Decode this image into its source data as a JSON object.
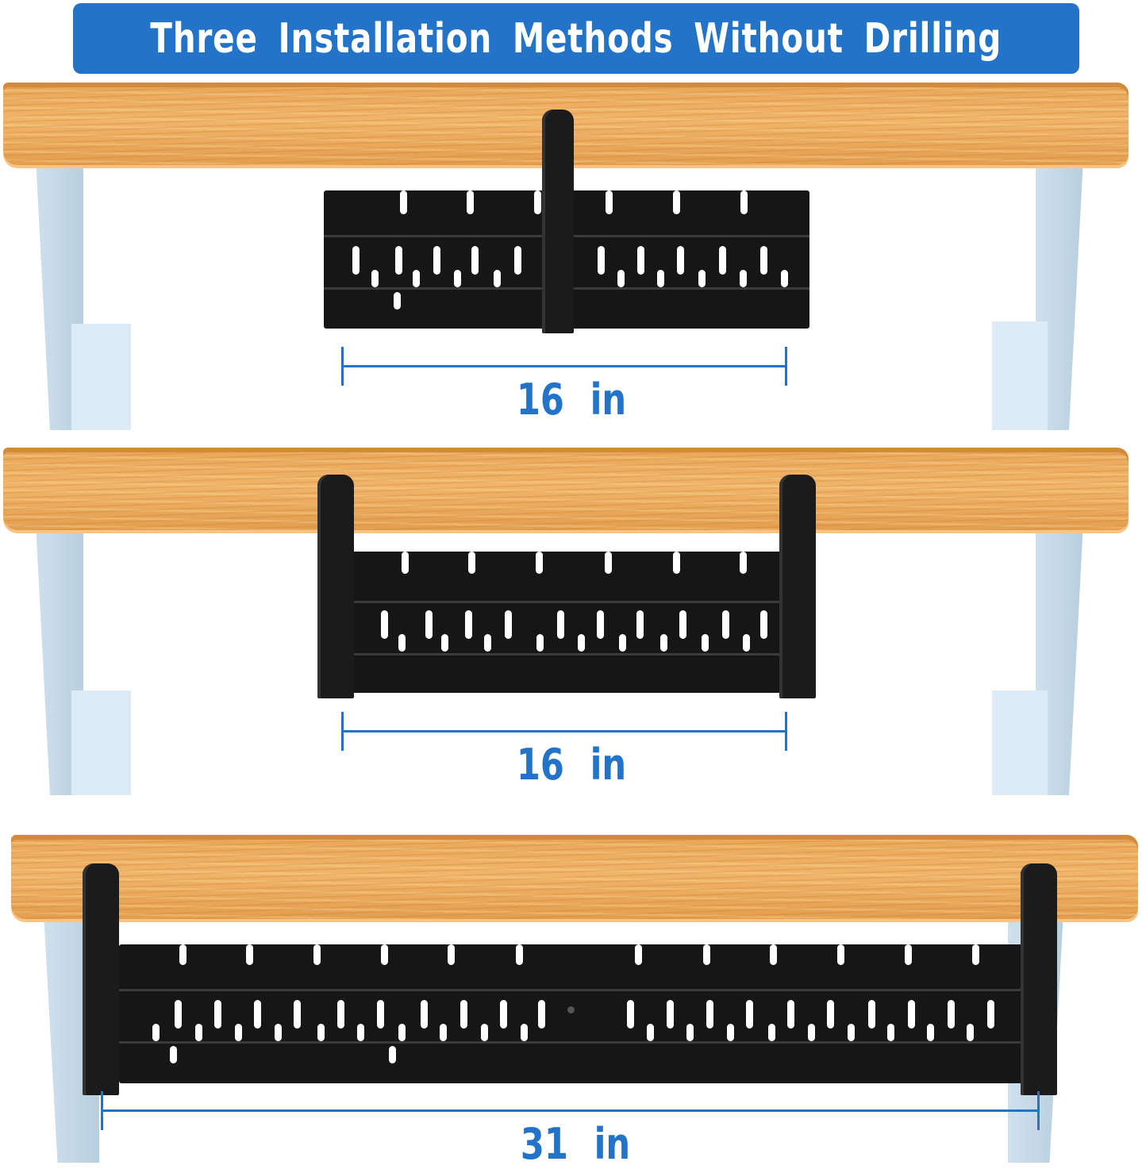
{
  "banner": {
    "title": "Three Installation Methods Without Drilling",
    "background_color": "#2374c8",
    "text_color": "#ffffff"
  },
  "methods": [
    {
      "id": "method-1",
      "description": "Single center clamp",
      "clamps": 1,
      "dimension_label": "16  in",
      "dimension_value": 16,
      "unit": "in"
    },
    {
      "id": "method-2",
      "description": "Two end clamps, tray retracted",
      "clamps": 2,
      "dimension_label": "16  in",
      "dimension_value": 16,
      "unit": "in"
    },
    {
      "id": "method-3",
      "description": "Two end clamps, tray extended",
      "clamps": 2,
      "dimension_label": "31  in",
      "dimension_value": 31,
      "unit": "in"
    }
  ],
  "colors": {
    "accent_blue": "#2374c8",
    "desk_wood": "#eba75a",
    "tray_black": "#161616",
    "leg_blue_gray": "#c6dbe9"
  }
}
